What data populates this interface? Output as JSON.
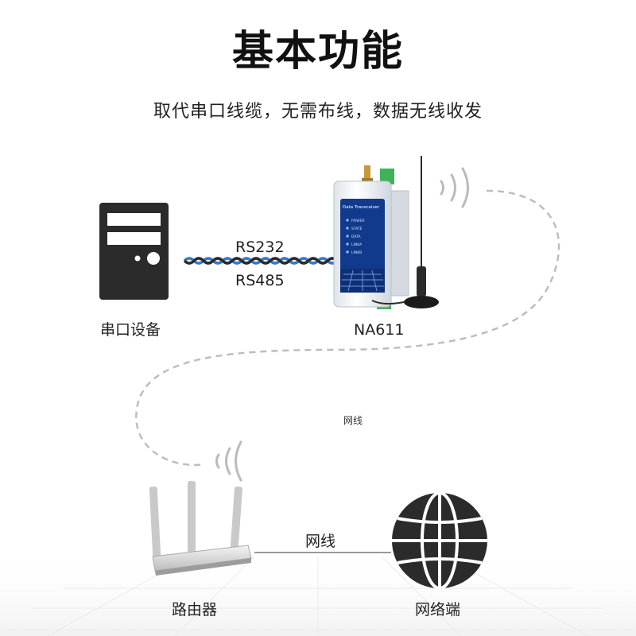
{
  "title": "基本功能",
  "subtitle": "取代串口线缆，无需布线，数据无线收发",
  "nodes": {
    "serial_device": "串口设备",
    "device": "NA611",
    "router": "路由器",
    "network": "网络端"
  },
  "links": {
    "serial_top": "RS232",
    "serial_bottom": "RS485",
    "wireless_label": "网线",
    "wired_label": "网线"
  },
  "device_panel": {
    "brand": "Data Transceiver",
    "leds": [
      "POWER",
      "STATE",
      "DATA",
      "LINKA",
      "LINKB"
    ]
  },
  "colors": {
    "dark": "#2b2b2b",
    "cable_blue": "#3a78c9",
    "dashed": "#bdbdbd",
    "device_blue": "#123a8c",
    "terminal_green": "#3fb25a"
  }
}
